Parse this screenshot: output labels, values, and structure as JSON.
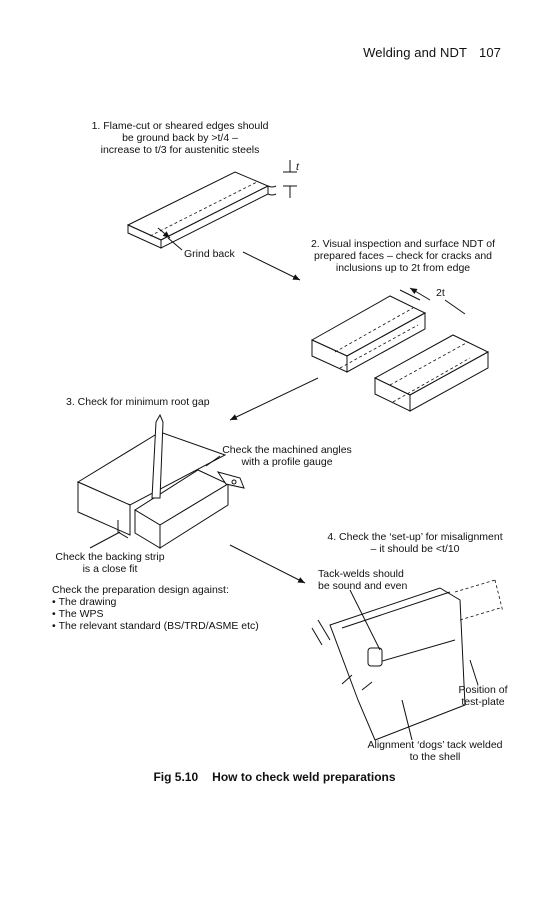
{
  "header": {
    "title": "Welding and NDT",
    "page_number": "107"
  },
  "steps": {
    "step1": [
      "1. Flame-cut or sheared edges should",
      "be ground back by >t/4 –",
      "increase to t/3 for austenitic steels"
    ],
    "step2": [
      "2. Visual inspection and surface NDT of",
      "prepared faces – check for cracks and",
      "inclusions up to 2t from edge"
    ],
    "step3": "3. Check for minimum root gap",
    "step4": [
      "4. Check the ‘set-up’ for misalignment",
      "– it should be <t/10"
    ]
  },
  "labels": {
    "t": "t",
    "two_t": "2t",
    "grind_back": "Grind back",
    "machined_angles": [
      "Check the machined angles",
      "with a profile gauge"
    ],
    "backing_strip": [
      "Check the backing strip",
      "is a close fit"
    ],
    "tack_welds": [
      "Tack-welds should",
      "be sound and even"
    ],
    "test_plate": [
      "Position of",
      "test-plate"
    ],
    "alignment_dogs": [
      "Alignment ‘dogs’ tack welded",
      "to the shell"
    ]
  },
  "check_design": {
    "heading": "Check the preparation design against:",
    "items": [
      "The drawing",
      "The WPS",
      "The relevant standard (BS/TRD/ASME etc)"
    ]
  },
  "caption": {
    "figure": "Fig 5.10",
    "title": "How to check weld preparations"
  }
}
